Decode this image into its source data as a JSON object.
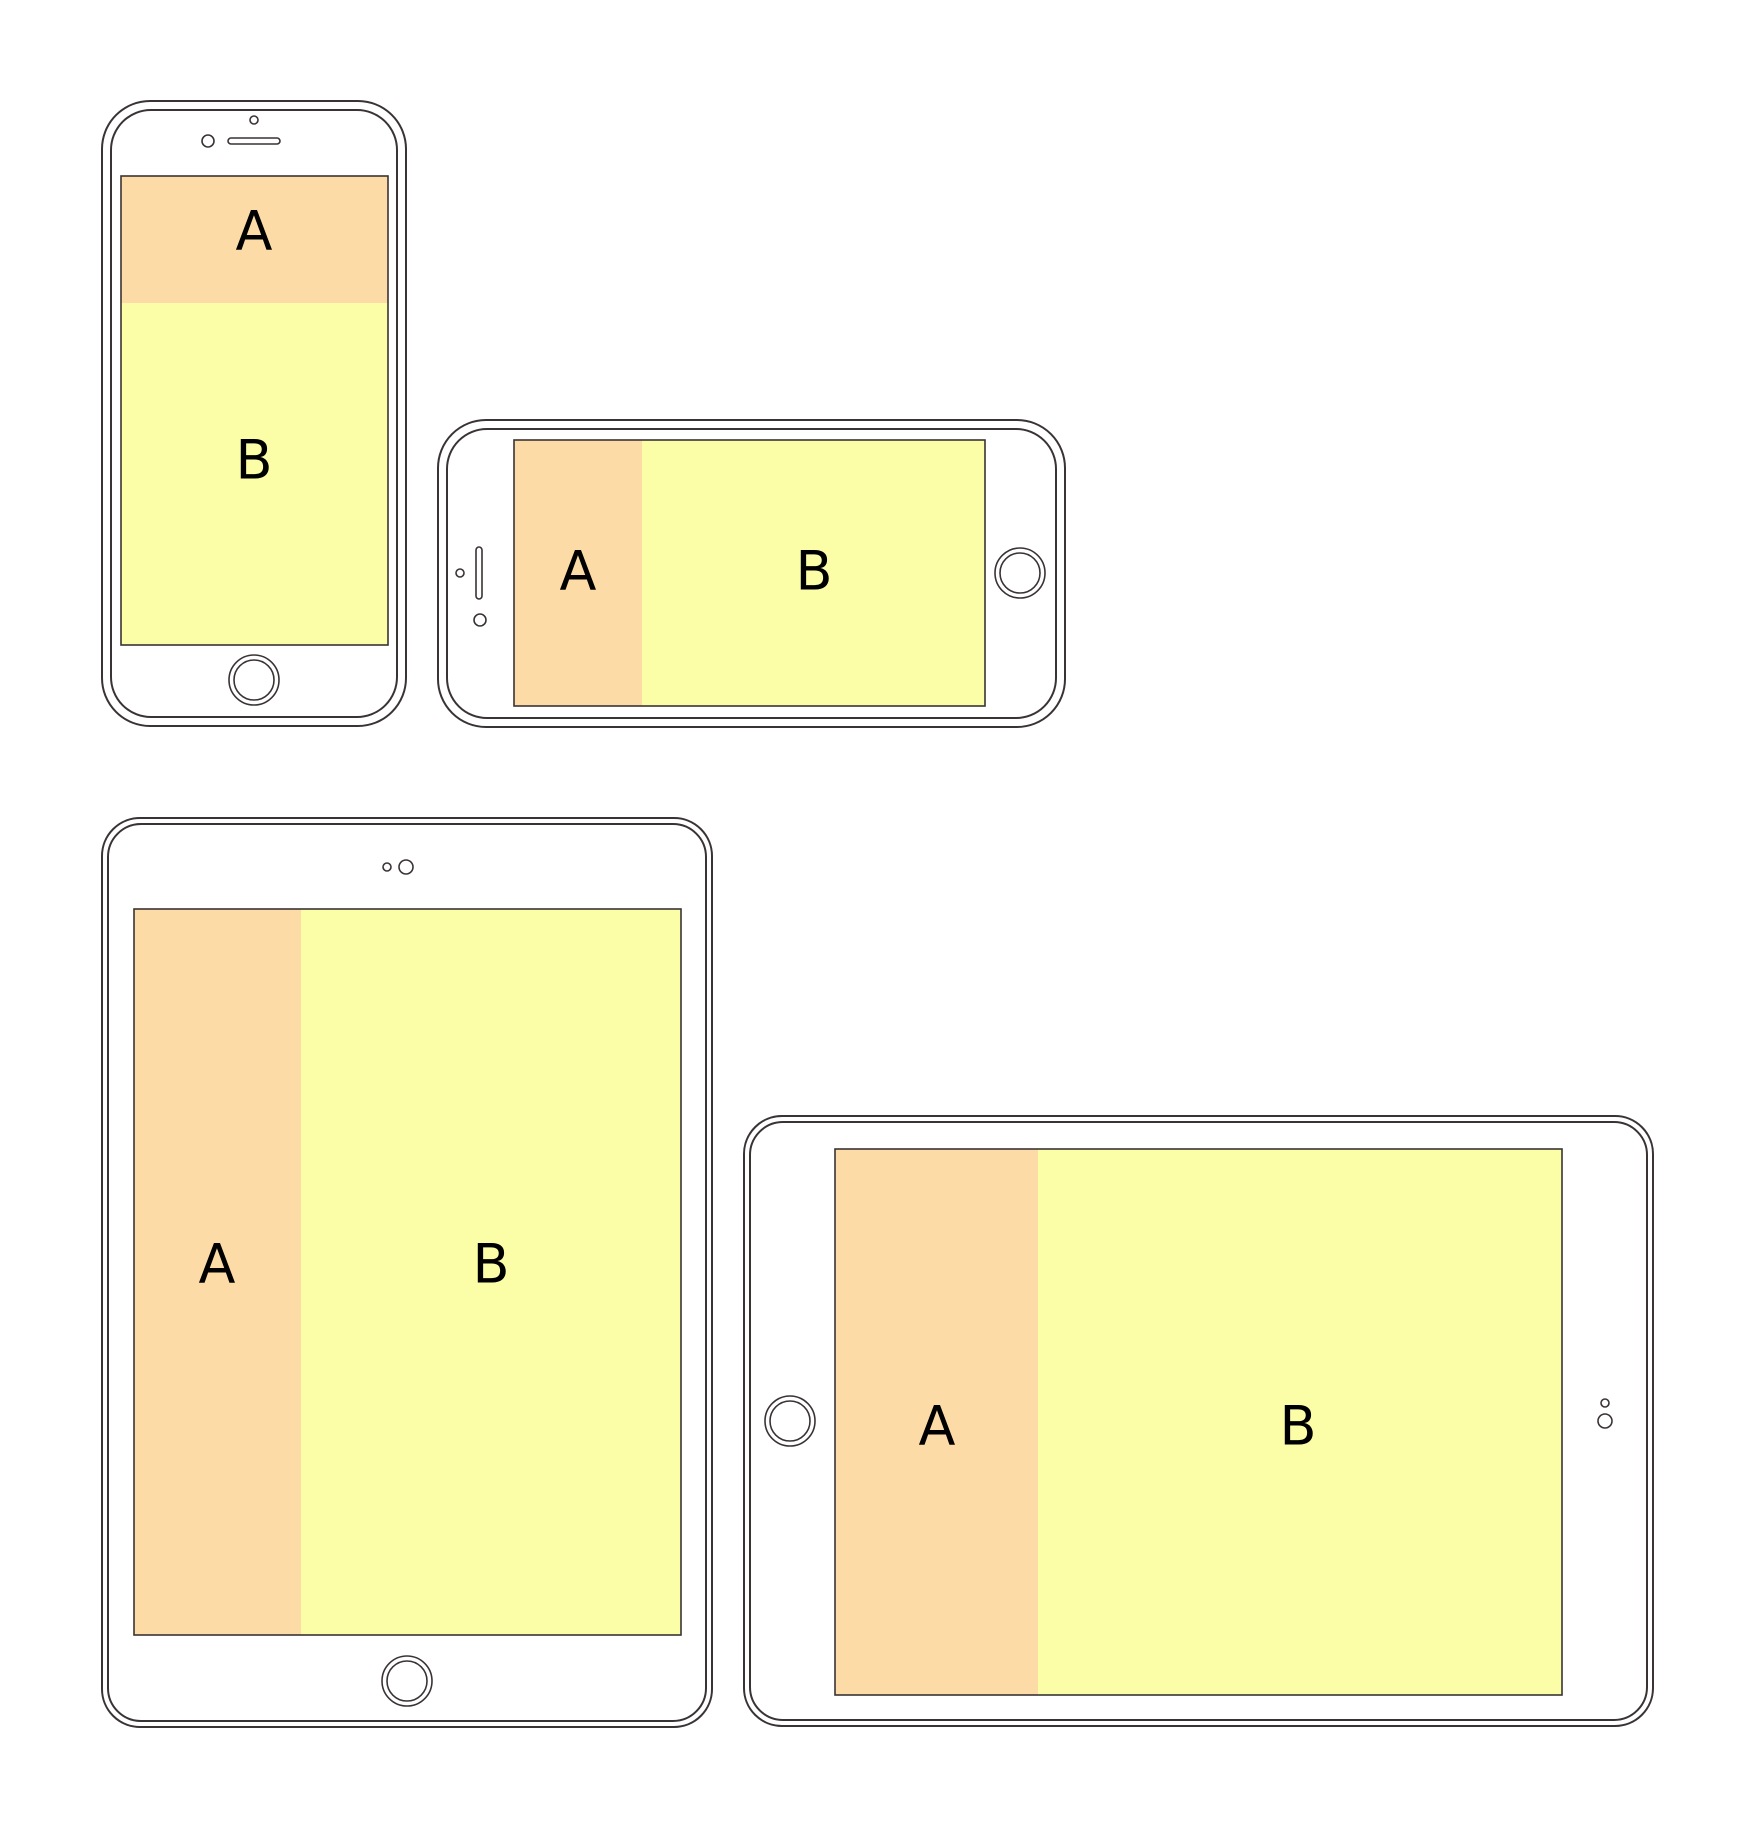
{
  "devices": [
    {
      "name": "phone-portrait",
      "regions": [
        {
          "id": "A",
          "label": "A",
          "color": "#fddba7"
        },
        {
          "id": "B",
          "label": "B",
          "color": "#fbfea6"
        }
      ]
    },
    {
      "name": "phone-landscape",
      "regions": [
        {
          "id": "A",
          "label": "A",
          "color": "#fddba7"
        },
        {
          "id": "B",
          "label": "B",
          "color": "#fbfea6"
        }
      ]
    },
    {
      "name": "tablet-portrait",
      "regions": [
        {
          "id": "A",
          "label": "A",
          "color": "#fddba7"
        },
        {
          "id": "B",
          "label": "B",
          "color": "#fbfea6"
        }
      ]
    },
    {
      "name": "tablet-landscape",
      "regions": [
        {
          "id": "A",
          "label": "A",
          "color": "#fddba7"
        },
        {
          "id": "B",
          "label": "B",
          "color": "#fbfea6"
        }
      ]
    }
  ],
  "colors": {
    "region_a": "#fddba7",
    "region_b": "#fbfea6",
    "outline": "#3a3334"
  }
}
